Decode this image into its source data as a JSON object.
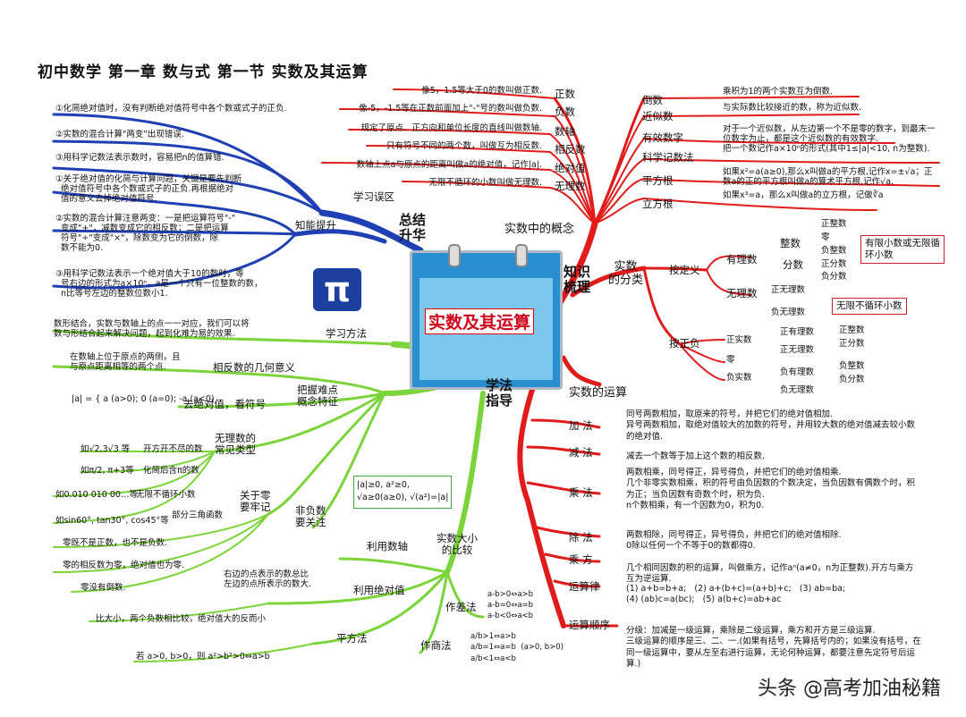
{
  "title": "初中数学   第一章   数与式   第一节  实数及其运算",
  "center": "实数及其运算",
  "watermark": "头条 @高考加油秘籍",
  "branches": {
    "zongjie": "总结\n升华",
    "zhishi": "知识\n梳理",
    "xuefa": "学法\n指导",
    "shishu": "实数中的概念",
    "fenlei": "实数\n的分类",
    "yunsuan": "实数的运算"
  },
  "concepts": [
    {
      "label": "正数",
      "desc": "像5，1.5等大于0的数叫做正数."
    },
    {
      "label": "负数",
      "desc": "像-5，-1.5等在正数前面加上\"-\"号的数叫做负数."
    },
    {
      "label": "数轴",
      "desc": "规定了原点、正方向和单位长度的直线叫做数轴."
    },
    {
      "label": "相反数",
      "desc": "只有符号不同的两个数，叫做互为相反数."
    },
    {
      "label": "绝对值",
      "desc": "数轴上点a与原点的距离叫做a的绝对值，记作|a|."
    },
    {
      "label": "无理数",
      "desc": "无限不循环的小数叫做无理数."
    }
  ],
  "concepts_right": [
    {
      "label": "倒数",
      "desc": "乘积为1的两个实数互为倒数."
    },
    {
      "label": "近似数",
      "desc": "与实际数比较接近的数，称为近似数."
    },
    {
      "label": "有效数字",
      "desc": "对于一个近似数，从左边第一个不是零的数字，到最末一位数字为止，都是这个近似数的有效数字."
    },
    {
      "label": "科学记数法",
      "desc": "把一个数记作a×10ⁿ的形式(其中1≤|a|<10, n为整数)."
    },
    {
      "label": "平方根",
      "desc": "如果x²=a(a≥0),那么x叫做a的平方根,记作x=±√a；正数a的正的平方根叫做a的算术平方根,记作√a."
    },
    {
      "label": "立方根",
      "desc": "如果x³=a，那么x叫做a的立方根，记做∛a"
    }
  ],
  "classification": {
    "by_def": "按定义",
    "rational": "有理数",
    "integer": "整数",
    "int_items": [
      "正整数",
      "零",
      "负整数"
    ],
    "fraction": "分数",
    "frac_items": [
      "正分数",
      "负分数"
    ],
    "note1": "有限小数或无限循环小数",
    "irrational": "无理数",
    "irr_items": [
      "正无理数",
      "负无理数"
    ],
    "note2": "无限不循环小数",
    "by_sign": "按正负",
    "positive": "正实数",
    "pos_items": [
      "正有理数",
      "正无理数"
    ],
    "pos_sub": [
      "正整数",
      "正分数"
    ],
    "zero": "零",
    "negative": "负实数",
    "neg_items": [
      "负有理数",
      "负无理数"
    ],
    "neg_sub": [
      "负整数",
      "负分数"
    ]
  },
  "operations": [
    {
      "label": "加  法",
      "desc": "同号两数相加，取原来的符号，并把它们的绝对值相加.\n异号两数相加，取绝对值较大的加数的符号，并用较大数的绝对值减去较小数的绝对值."
    },
    {
      "label": "减  法",
      "desc": "减去一个数等于加上这个数的相反数."
    },
    {
      "label": "乘  法",
      "desc": "两数相乘，同号得正，异号得负，并把它们的绝对值相乘.\n几个非零实数相乘，积的符号由负因数的个数决定，当负因数有偶数个时，积为正；当负因数有奇数个时，积为负.\nn个数相乘，有一个因数为0，积为0."
    },
    {
      "label": "除  法",
      "desc": "两数相除，同号得正，异号得负，并把它们的绝对值相除.\n0除以任何一个不等于0的数都得0."
    },
    {
      "label": "乘  方",
      "desc": "几个相同因数的积的运算，叫做乘方，记作aⁿ(a≠0，n为正整数).开方与乘方互为逆运算."
    },
    {
      "label": "运算律",
      "desc": "(1) a+b=b+a;   (2) a+(b+c)=(a+b)+c;   (3) ab=ba;\n(4) (ab)c=a(bc);   (5) a(b+c)=ab+ac"
    },
    {
      "label": "运算顺序",
      "desc": "分级：加减是一级运算，乘除是二级运算，乘方和开方是三级运算.\n三级运算的顺序是三、二、一.(如果有括号，先算括号内的；如果没有括号，在同一级运算中，要从左至右进行运算，无论何种运算，都要注意先定符号后运算.)"
    }
  ],
  "mistakes": {
    "label": "学习误区",
    "items": [
      "①化简绝对值时，没有判断绝对值符号中各个数或式子的正负.",
      "②实数的混合计算\"两变\"出现错误.",
      "③用科学记数法表示数时，容易把n的值算错."
    ]
  },
  "improve": {
    "label": "知能提升",
    "items": [
      "①关于绝对值的化简与计算问题，关键是要先判断\n  绝对值符号中各个数或式子的正负.再根据绝对\n  值的意义去掉绝对值符号.",
      "②实数的混合计算注意两变：一是把运算符号\"-\"\n  变成\"+\"，减数变成它的相反数；二是把运算\n  符号\"÷\"变成\"×\"，除数变为它的倒数，除\n  数不能为0.",
      "③用科学记数法表示一个绝对值大于10的数时，等\n  号右边的形式为a×10ⁿ，a是一个只有一位整数的数，\n  n比等号左边的整数位数小1."
    ]
  },
  "method": {
    "label": "学习方法",
    "desc": "数形结合，实数与数轴上的点一一对应，我们可以将\n数与形结合起来解决问题，起到化难为易的效果."
  },
  "grasp": {
    "label": "把握难点\n概念特征",
    "opposite": "相反数的几何意义",
    "opposite_desc": "在数轴上位于原点的两侧，且\n与原点距离相等的两个点.",
    "abs": "去绝对值，看符号",
    "abs_formula": "|a| = { a (a>0); 0 (a=0); -a (a<0)",
    "irr_types": "无理数的\n常见类型",
    "irr_ex": [
      "如√2,3√3 等",
      "开方开不尽的数",
      "如π/2, π+3等",
      "化简后含π的数",
      "如0.010 010 00…等",
      "无限不循环小数",
      "如sin60°, tan30°, cos45°等",
      "部分三角函数"
    ],
    "zero": "关于零\n要牢记",
    "zero_items": [
      "零既不是正数，也不是负数.",
      "零的相反数为零，绝对值也为零.",
      "零没有倒数."
    ],
    "nonneg": "非负数\n要关注",
    "nonneg_formula": "|a|≥0, a²≥0,\n√a≥0(a≥0), √(a²)=|a|"
  },
  "compare": {
    "label": "实数大小\n的比较",
    "axis": "利用数轴",
    "axis_desc": "右边的点表示的数总比\n左边的点所表示的数大.",
    "abs": "利用绝对值",
    "abs_desc": "比大小，两个负数相比较，绝对值大的反而小",
    "square": "平方法",
    "square_desc": "若 a>0, b>0，则 a²>b²>0⇔a>b",
    "diff": "作差法",
    "diff_desc": "a-b>0⇔a>b\na-b=0⇔a=b\na-b<0⇔a<b",
    "quot": "作商法",
    "quot_desc": "a/b>1⇔a>b\na/b=1⇔a=b  (a>0, b>0)\na/b<1⇔a<b"
  },
  "colors": {
    "red": "#e11a1a",
    "blue": "#1f3fb5",
    "green": "#7ad43a"
  }
}
